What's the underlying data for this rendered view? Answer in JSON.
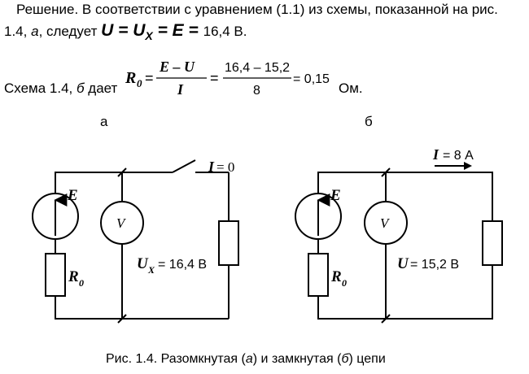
{
  "text": {
    "line1": "Решение. В соответствии с уравнением (1.1) из схемы, показанной на рис.",
    "line2_pre": "1.4, ",
    "line2_a": "а",
    "line2_mid": ", следует ",
    "line2_eq": "U = U",
    "line2_sub": "X",
    "line2_eq2": " = E = ",
    "line2_val": "16,4 В.",
    "scheme_pre": "Схема 1.4, ",
    "scheme_b": "б",
    "scheme_post": " дает",
    "unit_ohm": "Ом.",
    "label_a": "а",
    "label_b": "б",
    "caption_pre": "Рис. 1.4. Разомкнутая (",
    "caption_a": "а",
    "caption_mid": ") и замкнутая (",
    "caption_b": "б",
    "caption_post": ") цепи"
  },
  "formula": {
    "lhs": "R",
    "lhs_sub": "0",
    "num1": "E – U",
    "den1": "I",
    "num2": "16,4 – 15,2",
    "den2": "8",
    "result": "= 0,15"
  },
  "circuit_a": {
    "source_label": "E",
    "resistor_label": "R",
    "resistor_sub": "0",
    "meter_label": "V",
    "current_label": "I",
    "current_value": "= 0",
    "voltage_label": "U",
    "voltage_sub": "X",
    "voltage_value": "= 16,4 В"
  },
  "circuit_b": {
    "source_label": "E",
    "resistor_label": "R",
    "resistor_sub": "0",
    "meter_label": "V",
    "current_label": "I",
    "current_value": "= 8 А",
    "voltage_label": "U",
    "voltage_value": "= 15,2 В"
  }
}
